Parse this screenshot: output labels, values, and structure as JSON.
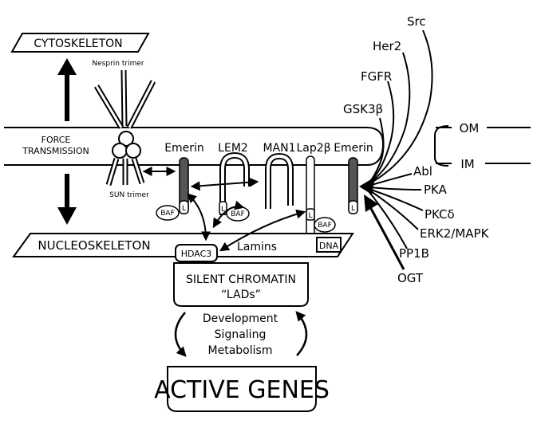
{
  "boxes": {
    "cytoskeleton": "CYTOSKELETON",
    "nucleoskeleton": "NUCLEOSKELETON",
    "hdac3": "HDAC3",
    "lamins": "Lamins",
    "dna": "DNA"
  },
  "force_transmission": [
    "FORCE",
    "TRANSMISSION"
  ],
  "complexes": {
    "nesprin": "Nesprin trimer",
    "sun": "SUN trimer"
  },
  "proteins": {
    "emerin_1": "Emerin",
    "lem2": "LEM2",
    "man1": "MAN1",
    "lap2b": "Lap2β",
    "emerin_2": "Emerin"
  },
  "lem_domain": "L",
  "baf": "BAF",
  "chromatin": {
    "line1": "SILENT CHROMATIN",
    "line2": "“LADs”"
  },
  "processes": [
    "Development",
    "Signaling",
    "Metabolism"
  ],
  "active_genes": "ACTIVE GENES",
  "membranes": {
    "om": "OM",
    "im": "IM"
  },
  "kinases": {
    "src": "Src",
    "her2": "Her2",
    "fgfr": "FGFR",
    "gsk3b": "GSK3β",
    "abl": "Abl",
    "pka": "PKA",
    "pkcd": "PKCδ",
    "erk2": "ERK2/MAPK",
    "pp1b": "PP1B",
    "ogt": "OGT"
  }
}
